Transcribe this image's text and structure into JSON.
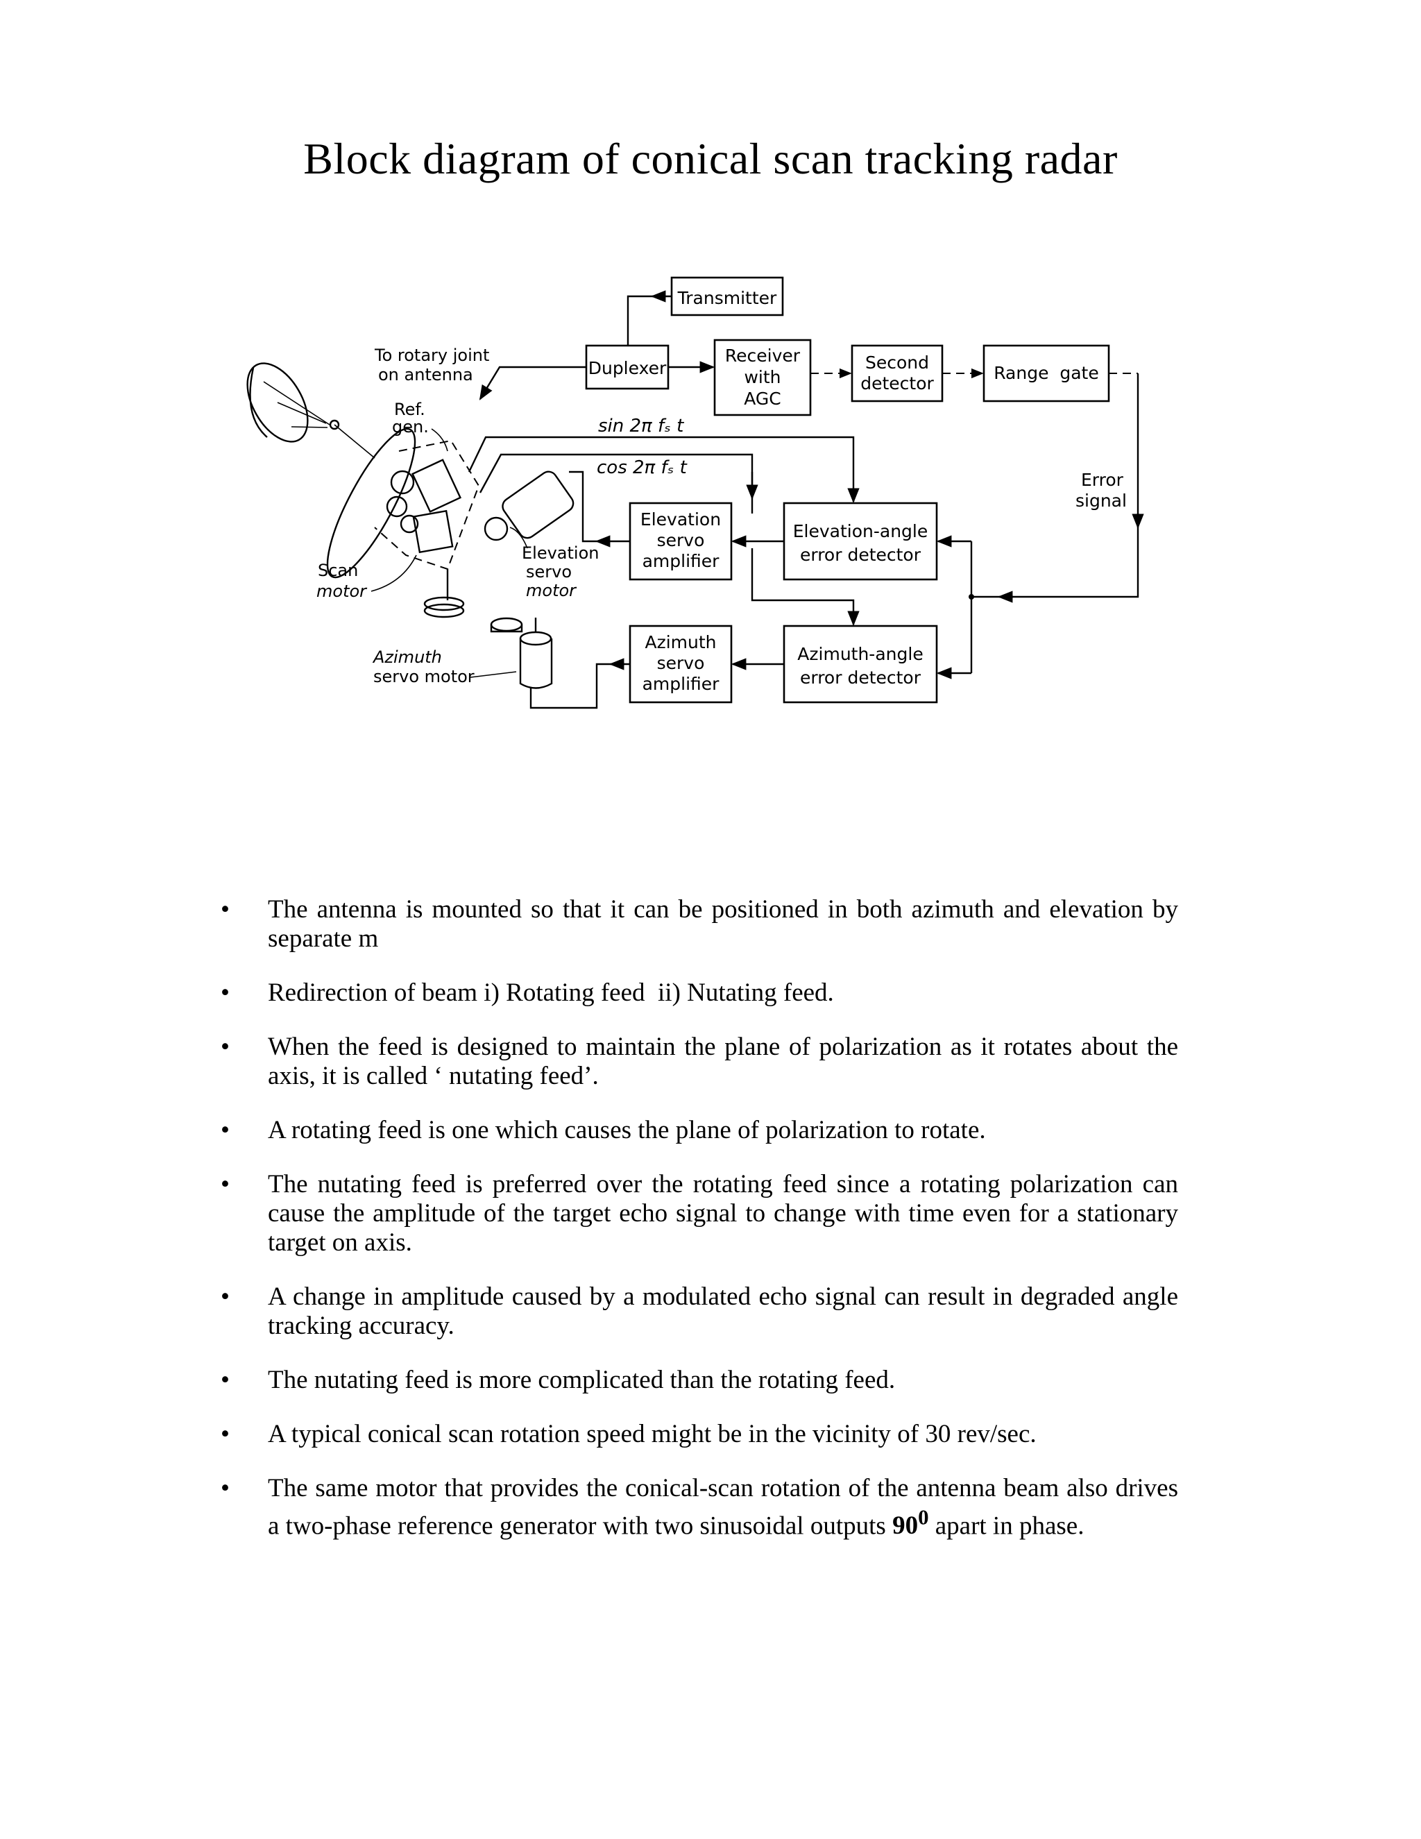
{
  "page": {
    "title": "Block diagram of conical scan tracking radar"
  },
  "diagram": {
    "blocks": {
      "transmitter": "Transmitter",
      "duplexer": "Duplexer",
      "receiver": [
        "Receiver",
        "with",
        "AGC"
      ],
      "second_detector": [
        "Second",
        "detector"
      ],
      "range_gate": "Range  gate",
      "elevation_servo_amplifier": [
        "Elevation",
        "servo",
        "amplifier"
      ],
      "elevation_angle_error_detector": [
        "Elevation-angle",
        "error detector"
      ],
      "azimuth_servo_amplifier": [
        "Azimuth",
        "servo",
        "amplifier"
      ],
      "azimuth_angle_error_detector": [
        "Azimuth-angle",
        "error detector"
      ]
    },
    "labels": {
      "rotary_joint": [
        "To rotary joint",
        "on antenna"
      ],
      "ref_gen": [
        "Ref.",
        "gen."
      ],
      "sin_ref": "sin 2π fₛ t",
      "cos_ref": "cos 2π fₛ t",
      "error_signal": [
        "Error",
        "signal"
      ],
      "scan_motor": [
        "Scan",
        "motor"
      ],
      "elevation_servo_motor": [
        "Elevation",
        "servo",
        "motor"
      ],
      "azimuth_servo_motor": [
        "Azimuth",
        "servo motor"
      ]
    }
  },
  "bullets": [
    "The antenna is mounted so that it can be positioned in both azimuth and elevation by separate m",
    "Redirection of beam i) Rotating feed  ii) Nutating feed.",
    "When the feed is designed to maintain the plane of polarization as it rotates about the axis, it is called ‘ nutating feed’.",
    "A rotating feed is one which causes the plane of polarization to rotate.",
    "The nutating feed is preferred over the rotating feed since a rotating polarization can cause the amplitude of the target echo signal to change with time even for a stationary target on axis.",
    "A change in amplitude caused by a modulated echo signal can result in degraded angle tracking accuracy.",
    "The nutating feed is more complicated than the rotating feed.",
    "A typical conical scan rotation speed might be in the vicinity of 30 rev/sec."
  ],
  "last_bullet": {
    "before": "The same motor that provides the conical-scan rotation of the antenna beam also drives a two-phase reference generator with two sinusoidal outputs ",
    "value": "90",
    "sup": "0",
    "after": " apart in phase."
  },
  "bullet_glyph": "•"
}
